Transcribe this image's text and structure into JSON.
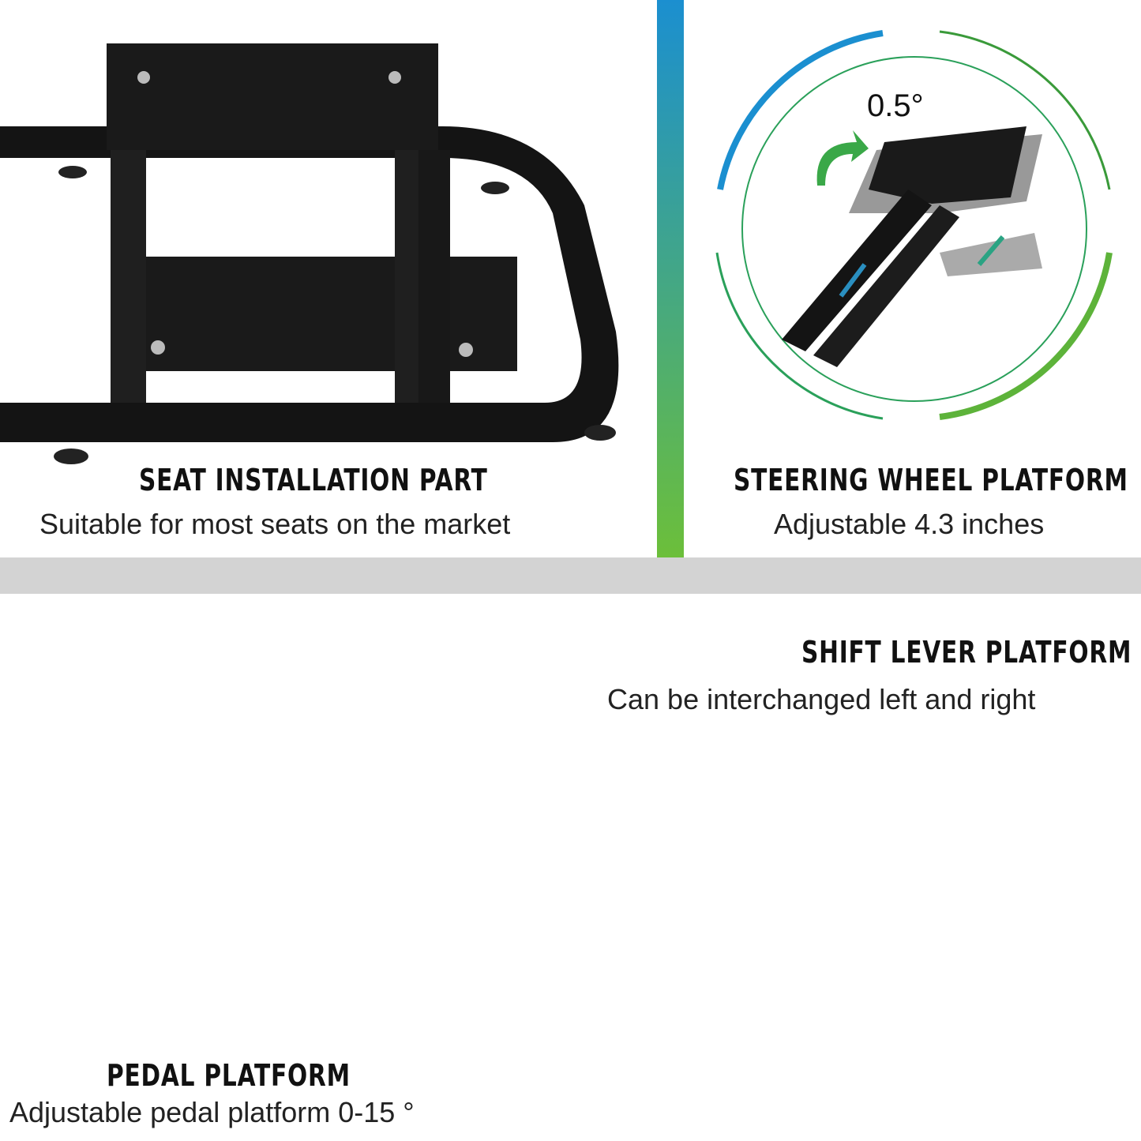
{
  "panels": {
    "seat": {
      "title": "SEAT INSTALLATION PART",
      "subtitle": "Suitable for most seats on the market"
    },
    "steering": {
      "title": "STEERING WHEEL PLATFORM",
      "subtitle": "Adjustable 4.3 inches",
      "angle_label": "0.5°"
    },
    "pedal": {
      "title": "PEDAL PLATFORM",
      "subtitle": "Adjustable pedal platform 0-15 °"
    },
    "shifter": {
      "title": "SHIFT LEVER PLATFORM",
      "subtitle": "Can be interchanged left and right"
    }
  },
  "colors": {
    "blue": "#1b8fd0",
    "green": "#5db33a",
    "teal_arrow": "#2aa383",
    "frame": "#111111",
    "divider": "#d3d3d3"
  },
  "icons": [
    "rotate-arrow-icon",
    "double-arrow-icon",
    "left-arrow-icon",
    "right-arrow-icon"
  ]
}
